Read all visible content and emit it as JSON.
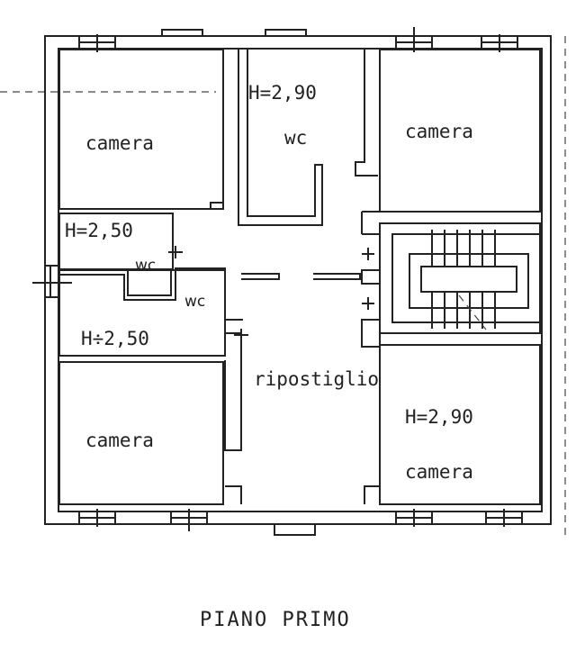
{
  "plan": {
    "rooms": {
      "camera_top_left": "camera",
      "wc_top_height": "H=2,90",
      "wc_top": "wc",
      "camera_top_right": "camera",
      "small_room_height": "H=2,50",
      "wc_small": "wc",
      "wc_mid": "wc",
      "mid_room_height": "H÷2,50",
      "ripostiglio": "ripostiglio",
      "camera_bottom_right_height": "H=2,90",
      "camera_bottom_left": "camera",
      "camera_bottom_right": "camera"
    },
    "title": "PIANO PRIMO"
  }
}
